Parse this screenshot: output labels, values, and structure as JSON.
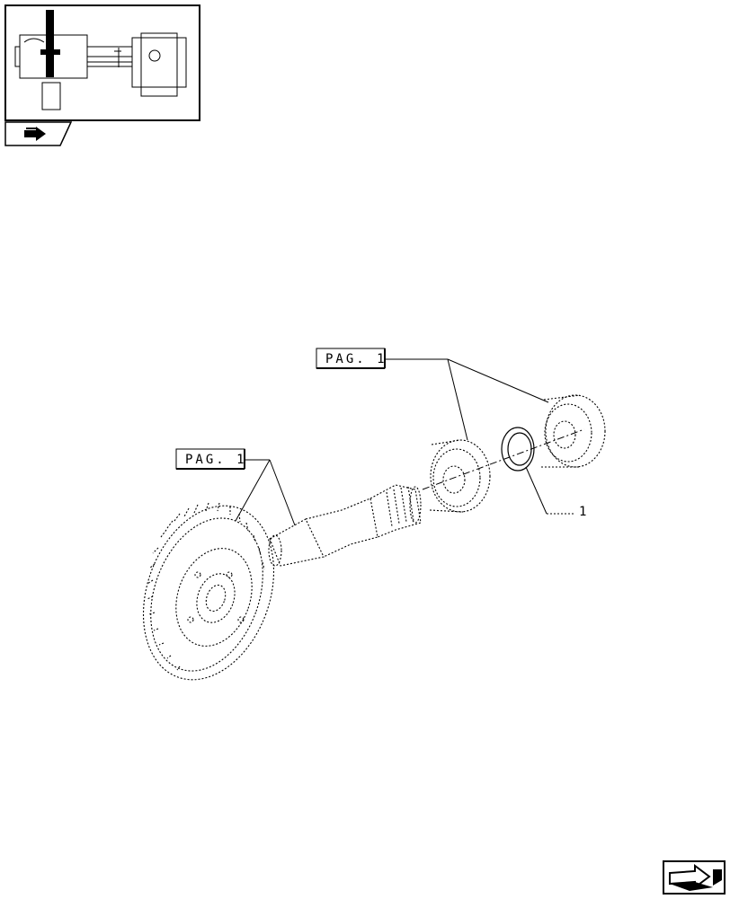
{
  "thumbnail": {
    "icon": "axle-assembly-thumbnail"
  },
  "nav_icons": {
    "back": "back-arrow-icon",
    "next": "next-page-icon"
  },
  "callouts": [
    {
      "text": "PAG. 1"
    },
    {
      "text": "PAG. 1"
    }
  ],
  "item_numbers": [
    {
      "text": "1"
    }
  ]
}
